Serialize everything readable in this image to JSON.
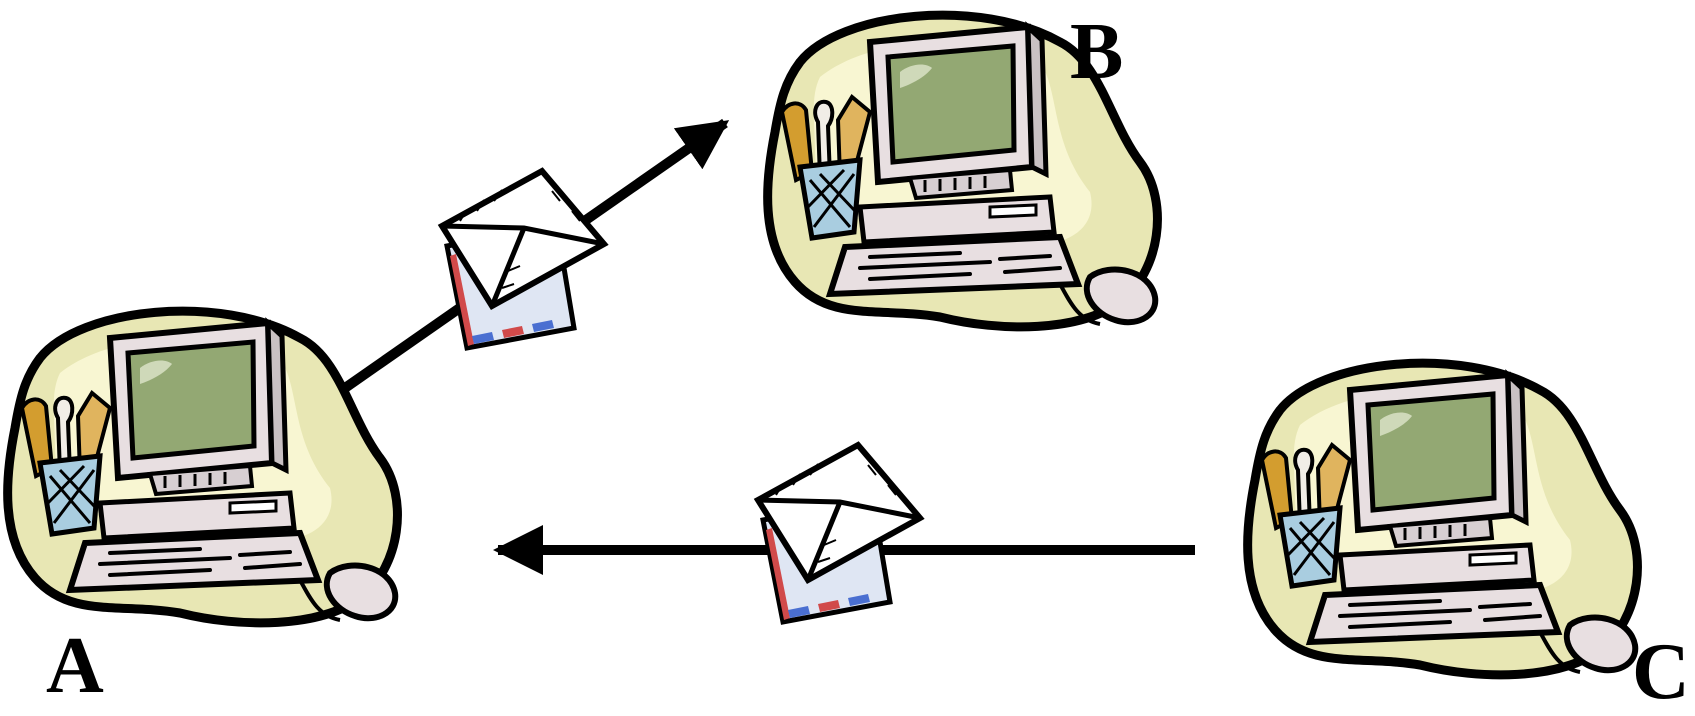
{
  "diagram": {
    "nodes": [
      {
        "id": "A",
        "label": "A",
        "icon": "computer-icon"
      },
      {
        "id": "B",
        "label": "B",
        "icon": "computer-icon"
      },
      {
        "id": "C",
        "label": "C",
        "icon": "computer-icon"
      }
    ],
    "edges": [
      {
        "from": "A",
        "to": "B",
        "icon": "email-envelope-icon"
      },
      {
        "from": "C",
        "to": "A",
        "icon": "email-envelope-icon"
      }
    ],
    "colors": {
      "blob": "#e8e7b4",
      "blob_light": "#f8f6d2",
      "blob_outline": "#000000",
      "screen": "#93a873",
      "case": "#e8dfe1",
      "line": "#000000",
      "pencil": "#d39d2f",
      "cup": "#a9cde0"
    }
  }
}
